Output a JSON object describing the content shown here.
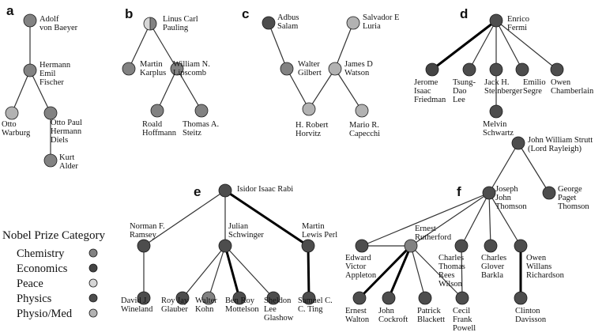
{
  "colors": {
    "chemistry": "#828282",
    "economics": "#444444",
    "peace": "#d6d6d6",
    "physics": "#4d4d4d",
    "physio_med": "#b2b2b2"
  },
  "legend": {
    "title": "Nobel Prize Category",
    "items": [
      "Chemistry",
      "Economics",
      "Peace",
      "Physics",
      "Physio/Med"
    ]
  },
  "panels": {
    "a": {
      "label": "a",
      "von_baeyer": [
        "Adolf",
        "von Baeyer"
      ],
      "fischer": [
        "Hermann",
        "Emil",
        "Fischer"
      ],
      "warburg": [
        "Otto",
        "Warburg"
      ],
      "diels": [
        "Otto Paul",
        "Hermann",
        "Diels"
      ],
      "alder": [
        "Kurt",
        "Alder"
      ]
    },
    "b": {
      "label": "b",
      "pauling": [
        "Linus Carl",
        "Pauling"
      ],
      "karplus": [
        "Martin",
        "Karplus"
      ],
      "lipscomb": [
        "William N.",
        "Lipscomb"
      ],
      "hoffmann": [
        "Roald",
        "Hoffmann"
      ],
      "steitz": [
        "Thomas A.",
        "Steitz"
      ]
    },
    "c": {
      "label": "c",
      "salam": [
        "Adbus",
        "Salam"
      ],
      "luria": [
        "Salvador E",
        "Luria"
      ],
      "gilbert": [
        "Walter",
        "Gilbert"
      ],
      "watson": [
        "James D",
        "Watson"
      ],
      "horvitz": [
        "H. Robert",
        "Horvitz"
      ],
      "capecchi": [
        "Mario R.",
        "Capecchi"
      ]
    },
    "d": {
      "label": "d",
      "fermi": [
        "Enrico",
        "Fermi"
      ],
      "friedman": [
        "Jerome",
        "Isaac",
        "Friedman"
      ],
      "lee": [
        "Tsung-",
        "Dao",
        "Lee"
      ],
      "steinberger": [
        "Jack H.",
        "Steinberger"
      ],
      "segre": [
        "Emilio",
        "Segre"
      ],
      "chamberlain": [
        "Owen",
        "Chamberlain"
      ],
      "schwartz": [
        "Melvin",
        "Schwartz"
      ]
    },
    "e": {
      "label": "e",
      "rabi": [
        "Isidor Isaac Rabi"
      ],
      "ramsey": [
        "Norman F.",
        "Ramsey"
      ],
      "schwinger": [
        "Julian",
        "Schwinger"
      ],
      "perl": [
        "Martin",
        "Lewis Perl"
      ],
      "wineland": [
        "David J.",
        "Wineland"
      ],
      "glauber": [
        "Roy Jay",
        "Glauber"
      ],
      "kohn": [
        "Walter",
        "Kohn"
      ],
      "mottelson": [
        "Ben Roy",
        "Mottelson"
      ],
      "glashow": [
        "Sheldon",
        "Lee",
        "Glashow"
      ],
      "ting": [
        "Samuel C.",
        "C. Ting"
      ]
    },
    "f": {
      "label": "f",
      "rayleigh": [
        "John William Strutt",
        "(Lord Rayleigh)"
      ],
      "thomson_jj": [
        "Joseph",
        "John",
        "Thomson"
      ],
      "thomson_gp": [
        "George",
        "Paget",
        "Thomson"
      ],
      "rutherford": [
        "Ernest",
        "Rutherford"
      ],
      "appleton": [
        "Edward",
        "Victor",
        "Appleton"
      ],
      "wilson": [
        "Charles",
        "Thomas",
        "Rees",
        "Wilson"
      ],
      "barkla": [
        "Charles",
        "Glover",
        "Barkla"
      ],
      "richardson": [
        "Owen",
        "Willans",
        "Richardson"
      ],
      "walton": [
        "Ernest",
        "Walton"
      ],
      "cockroft": [
        "John",
        "Cockroft"
      ],
      "blackett": [
        "Patrick",
        "Blackett"
      ],
      "powell": [
        "Cecil",
        "Frank",
        "Powell"
      ],
      "davisson": [
        "Clinton",
        "Davisson"
      ]
    }
  }
}
